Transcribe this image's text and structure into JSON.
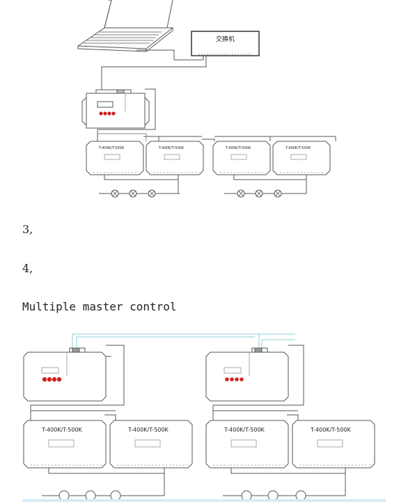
{
  "diagram1": {
    "switch_label": "交换机",
    "slave_label": "T-400K/T-500K"
  },
  "notes": {
    "item3": "3,",
    "item4": "4,",
    "heading": "Multiple master control"
  },
  "diagram2": {
    "slave_label": "T-400K/T-500K"
  },
  "colors": {
    "line": "#555555",
    "button_red": "#cc2222",
    "light_line": "#8ccfd0"
  }
}
